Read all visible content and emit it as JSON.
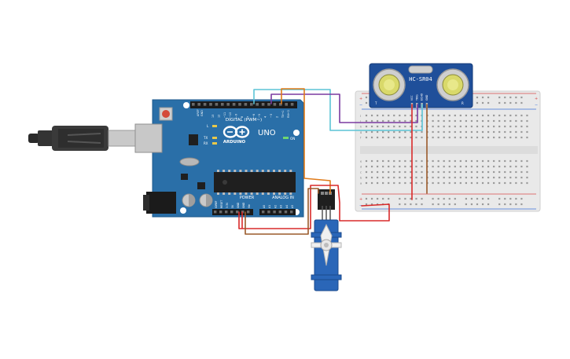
{
  "arduino": {
    "brand": "ARDUINO",
    "model": "UNO",
    "digital_label": "DIGITAL (PWM~)",
    "power_label": "POWER",
    "analog_label": "ANALOG IN",
    "on_label": "ON",
    "l_label": "L",
    "tx_label": "TX",
    "rx_label": "RX",
    "aref_label": "AREF",
    "gnd_label": "GND",
    "digital_pins": [
      "13",
      "12",
      "~11",
      "~10",
      "~9",
      "8",
      "7",
      "~6",
      "~5",
      "4",
      "~3",
      "2",
      "TX→1",
      "RX←0"
    ],
    "power_pins": [
      "IOREF",
      "RESET",
      "3.3V",
      "5V",
      "GND",
      "GND",
      "Vin"
    ],
    "analog_pins": [
      "A0",
      "A1",
      "A2",
      "A3",
      "A4",
      "A5"
    ]
  },
  "sensor": {
    "label": "HC-SR04",
    "pins": [
      "VCC",
      "TRIG",
      "ECHO",
      "GND"
    ]
  },
  "breadboard": {
    "top_row_letters": [
      "j",
      "i",
      "h",
      "g",
      "f"
    ],
    "bottom_row_letters": [
      "e",
      "d",
      "c",
      "b",
      "a"
    ],
    "plus_label": "+",
    "minus_label": "−"
  },
  "colors": {
    "arduino_blue": "#2a6fa8",
    "breadboard": "#e9e9e9",
    "sensor_blue": "#1f4f9a",
    "servo_blue": "#2a66b8",
    "wire_orange": "#e07b1a",
    "wire_purple": "#7a3aa0",
    "wire_cyan": "#5bc4d6",
    "wire_red": "#d92a2a",
    "wire_brown": "#9a5a2a"
  }
}
